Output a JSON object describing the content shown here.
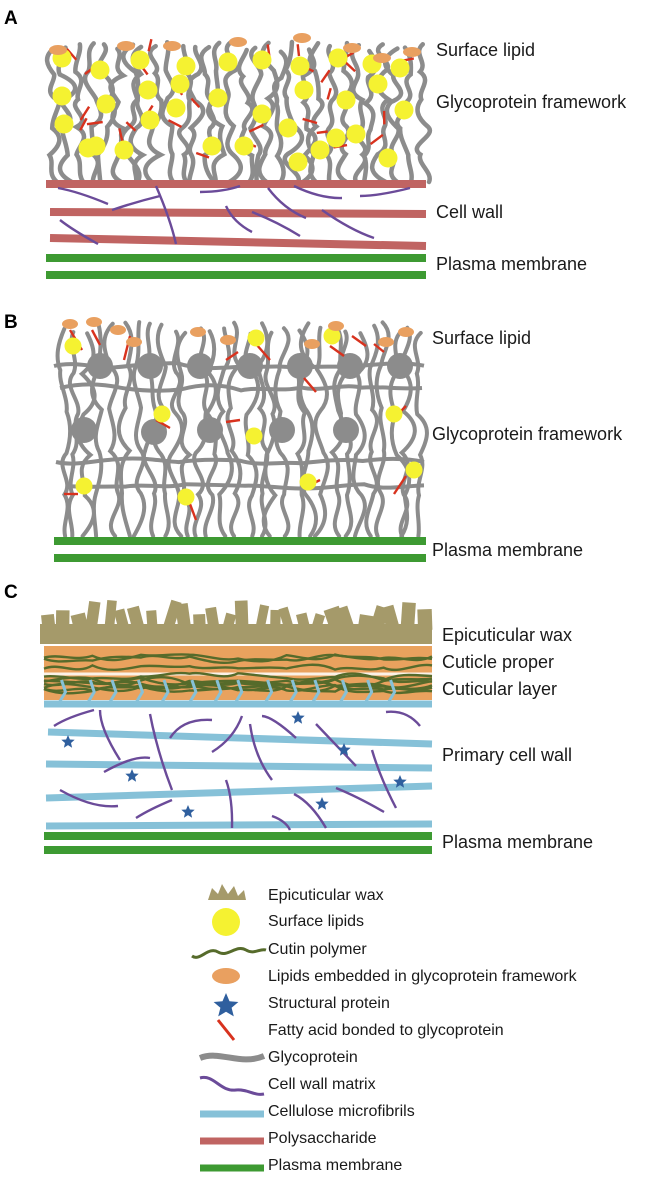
{
  "panels": {
    "a": {
      "letter": "A",
      "labels": [
        "Surface lipid",
        "Glycoprotein framework",
        "Cell wall",
        "Plasma membrane"
      ]
    },
    "b": {
      "letter": "B",
      "labels": [
        "Surface lipid",
        "Glycoprotein framework",
        "Plasma membrane"
      ]
    },
    "c": {
      "letter": "C",
      "labels": [
        "Epicuticular wax",
        "Cuticle proper",
        "Cuticular layer",
        "Primary cell wall",
        "Plasma membrane"
      ]
    }
  },
  "legend": [
    {
      "icon": "epicuticular-wax-icon",
      "label": "Epicuticular wax"
    },
    {
      "icon": "surface-lipid-icon",
      "label": "Surface lipids"
    },
    {
      "icon": "cutin-polymer-icon",
      "label": "Cutin polymer"
    },
    {
      "icon": "embedded-lipid-icon",
      "label": "Lipids embedded in glycoprotein framework"
    },
    {
      "icon": "structural-protein-icon",
      "label": "Structural protein"
    },
    {
      "icon": "fatty-acid-icon",
      "label": "Fatty acid bonded to glycoprotein"
    },
    {
      "icon": "glycoprotein-icon",
      "label": "Glycoprotein"
    },
    {
      "icon": "cell-wall-matrix-icon",
      "label": "Cell wall matrix"
    },
    {
      "icon": "cellulose-microfibril-icon",
      "label": "Cellulose microfibrils"
    },
    {
      "icon": "polysaccharide-icon",
      "label": "Polysaccharide"
    },
    {
      "icon": "plasma-membrane-icon",
      "label": "Plasma membrane"
    }
  ],
  "colors": {
    "wax": "#a59a6a",
    "surface_lipid": "#f5f231",
    "cutin": "#566b2b",
    "embedded_lipid": "#e9a060",
    "structural_protein": "#2f5f9e",
    "fatty_acid": "#d8321e",
    "glycoprotein": "#8c8c8c",
    "cell_wall_matrix": "#6b4b99",
    "cellulose": "#86c1d8",
    "polysaccharide": "#c06462",
    "plasma_membrane": "#3d9a32",
    "cuticle": "#e9a25e"
  }
}
